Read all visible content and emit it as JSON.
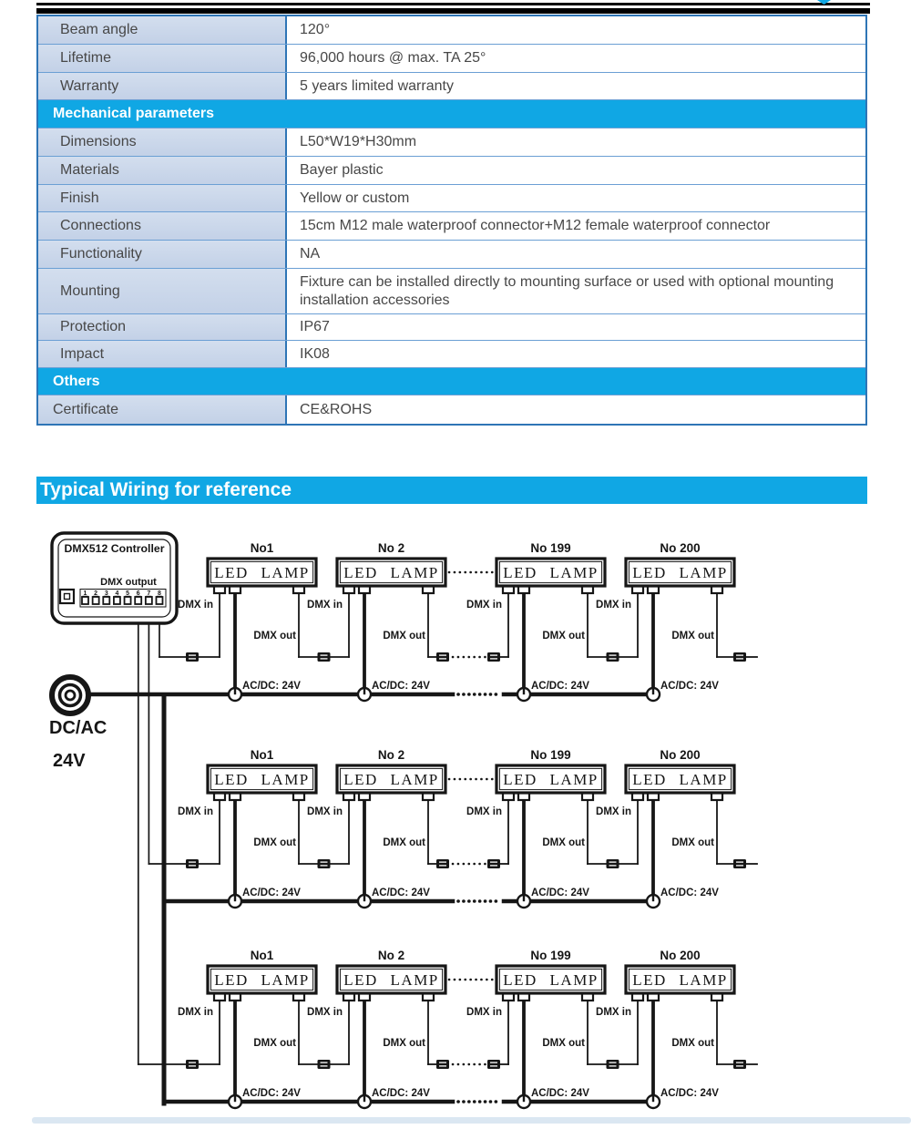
{
  "colors": {
    "accent_cyan": "#10a7e4",
    "table_border": "#2e75b6",
    "row_border": "#6b9fd4",
    "label_bg": "#c7d5e9",
    "text_dark": "#474747",
    "diagram_ink": "#161616",
    "bottom_strip": "#d5e3f0"
  },
  "spec_table": {
    "rows": [
      {
        "type": "data",
        "label": "Beam angle",
        "value": "120°"
      },
      {
        "type": "data",
        "label": "Lifetime",
        "value": "96,000 hours @ max. TA 25°"
      },
      {
        "type": "data",
        "label": "Warranty",
        "value": "5 years limited warranty"
      },
      {
        "type": "section",
        "label": "Mechanical parameters"
      },
      {
        "type": "data",
        "label": "Dimensions",
        "value": "L50*W19*H30mm"
      },
      {
        "type": "data",
        "label": "Materials",
        "value": "Bayer plastic"
      },
      {
        "type": "data",
        "label": "Finish",
        "value": "Yellow or custom"
      },
      {
        "type": "data",
        "label": "Connections",
        "value": "15cm M12 male waterproof connector+M12 female waterproof connector"
      },
      {
        "type": "data",
        "label": "Functionality",
        "value": "NA"
      },
      {
        "type": "data",
        "label": "Mounting",
        "value": "Fixture can be installed directly to mounting surface or used with optional mounting installation accessories"
      },
      {
        "type": "data",
        "label": "Protection",
        "value": "IP67"
      },
      {
        "type": "data",
        "label": "Impact",
        "value": "IK08"
      },
      {
        "type": "section",
        "label": "Others"
      },
      {
        "type": "data",
        "label": "Certificate",
        "value": "CE&ROHS"
      }
    ]
  },
  "wiring_section": {
    "title": "Typical Wiring for reference",
    "controller": {
      "title": "DMX512 Controller",
      "output_label": "DMX output",
      "pin_numbers": [
        "1",
        "2",
        "3",
        "4",
        "5",
        "6",
        "7",
        "8"
      ]
    },
    "power_source": {
      "label_line1": "DC/AC",
      "label_line2": "24V"
    },
    "lamp_label": "LED LAMP",
    "port_labels": {
      "dmx_in": "DMX in",
      "dmx_out": "DMX out",
      "power": "AC/DC: 24V"
    },
    "rows": [
      {
        "lamps": [
          "No1",
          "No 2",
          "No 199",
          "No 200"
        ]
      },
      {
        "lamps": [
          "No1",
          "No 2",
          "No 199",
          "No 200"
        ]
      },
      {
        "lamps": [
          "No1",
          "No 2",
          "No 199",
          "No 200"
        ]
      }
    ]
  }
}
